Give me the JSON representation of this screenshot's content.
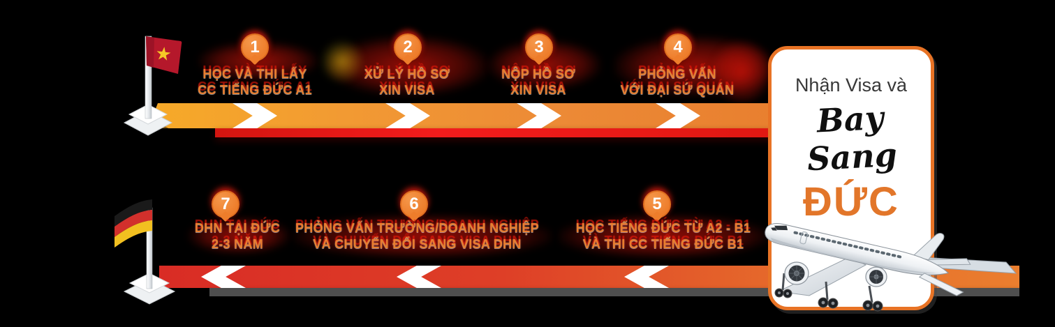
{
  "timeline": {
    "steps": [
      {
        "number": "1",
        "lines": [
          "HỌC VÀ THI LẤY",
          "CC TIẾNG ĐỨC A1"
        ]
      },
      {
        "number": "2",
        "lines": [
          "XỬ LÝ HỒ SƠ",
          "XIN VISA"
        ]
      },
      {
        "number": "3",
        "lines": [
          "NỘP HỒ SƠ",
          "XIN VISA"
        ]
      },
      {
        "number": "4",
        "lines": [
          "PHỎNG VẤN",
          "VỚI ĐẠI SỨ QUÁN"
        ]
      },
      {
        "number": "5",
        "lines": [
          "HỌC TIẾNG ĐỨC TỪ A2 - B1",
          "VÀ THI CC TIẾNG ĐỨC B1"
        ]
      },
      {
        "number": "6",
        "lines": [
          "PHỎNG VẤN TRƯỜNG/DOANH NGHIỆP",
          "VÀ CHUYỂN ĐỔI SANG VISA DHN"
        ]
      },
      {
        "number": "7",
        "lines": [
          "DHN TẠI ĐỨC",
          "2-3 NĂM"
        ]
      }
    ]
  },
  "destination_card": {
    "line1": "Nhận Visa và",
    "line2": "Bay Sang",
    "line3": "ĐỨC"
  },
  "icons": {
    "vietnam_flag": "vietnam-flag-on-pole",
    "germany_flag": "germany-flag-on-pole",
    "airplane": "passenger-airplane",
    "chevron_right": "white right arrow separator",
    "chevron_left": "white left arrow separator"
  },
  "colors": {
    "background_black": "#000000",
    "band_top_start": "#F6AA28",
    "band_top_end": "#E87E2E",
    "band_bottom_start": "#D92C25",
    "band_bottom_end": "#EA7E2E",
    "band_edge_red": "#F31C1C",
    "band_edge_gray": "#4E4E4E",
    "step_circle": "#EE7D2B",
    "step_label": "#E87E2E",
    "card_border": "#E87325",
    "card_text_dark": "#383838",
    "card_accent": "#E2762A",
    "vietnam_red": "#B5182B",
    "star_gold": "#F5C927",
    "germany_black": "#1A1A1A",
    "germany_red": "#D2302C",
    "germany_gold": "#F2C020"
  }
}
